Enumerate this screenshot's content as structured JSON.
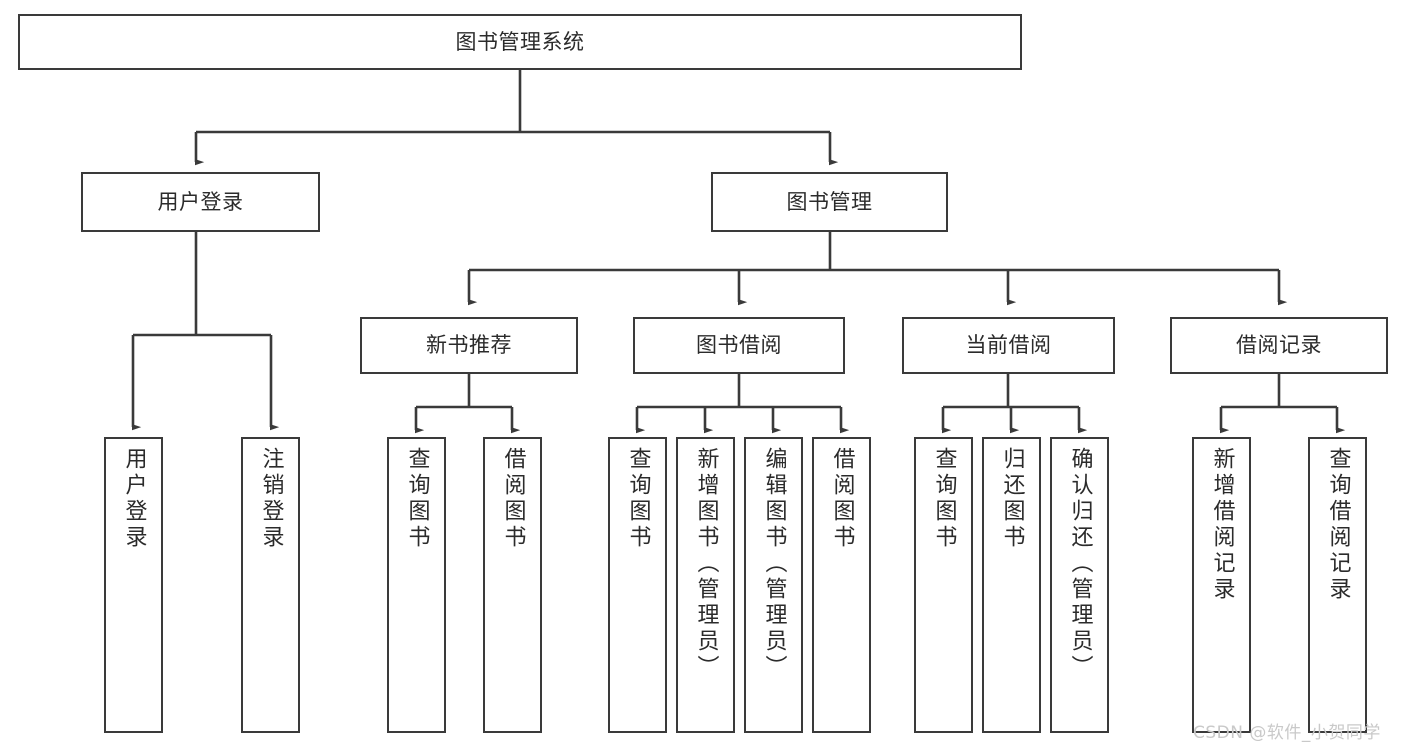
{
  "diagram": {
    "title": "图书管理系统",
    "type": "hierarchy-tree",
    "orientation": "top-down",
    "colors": {
      "node_border": "#3a3a3a",
      "node_fill": "#ffffff",
      "edge": "#3a3a3a",
      "text": "#2b2b2b",
      "watermark": "#c9c9c9",
      "background": "#ffffff"
    },
    "watermark": "CSDN @软件_小贺同学",
    "levels": [
      {
        "level": 0,
        "nodes": [
          {
            "id": "root",
            "label": "图书管理系统",
            "text_direction": "horizontal"
          }
        ]
      },
      {
        "level": 1,
        "nodes": [
          {
            "id": "user-login",
            "label": "用户登录",
            "text_direction": "horizontal",
            "parent": "root"
          },
          {
            "id": "book-manage",
            "label": "图书管理",
            "text_direction": "horizontal",
            "parent": "root"
          }
        ]
      },
      {
        "level": 2,
        "nodes": [
          {
            "id": "new-book-rec",
            "label": "新书推荐",
            "text_direction": "horizontal",
            "parent": "book-manage"
          },
          {
            "id": "book-borrow",
            "label": "图书借阅",
            "text_direction": "horizontal",
            "parent": "book-manage"
          },
          {
            "id": "current-borrow",
            "label": "当前借阅",
            "text_direction": "horizontal",
            "parent": "book-manage"
          },
          {
            "id": "borrow-record",
            "label": "借阅记录",
            "text_direction": "horizontal",
            "parent": "book-manage"
          }
        ]
      },
      {
        "level": 3,
        "nodes": [
          {
            "id": "leaf-user-login",
            "label": "用户登录",
            "text_direction": "vertical",
            "parent": "user-login"
          },
          {
            "id": "leaf-user-logout",
            "label": "注销登录",
            "text_direction": "vertical",
            "parent": "user-login"
          },
          {
            "id": "leaf-query-book-1",
            "label": "查询图书",
            "text_direction": "vertical",
            "parent": "new-book-rec"
          },
          {
            "id": "leaf-borrow-book-1",
            "label": "借阅图书",
            "text_direction": "vertical",
            "parent": "new-book-rec"
          },
          {
            "id": "leaf-query-book-2",
            "label": "查询图书",
            "text_direction": "vertical",
            "parent": "book-borrow"
          },
          {
            "id": "leaf-add-book",
            "label": "新增图书（管理员）",
            "text_direction": "vertical",
            "parent": "book-borrow"
          },
          {
            "id": "leaf-edit-book",
            "label": "编辑图书（管理员）",
            "text_direction": "vertical",
            "parent": "book-borrow"
          },
          {
            "id": "leaf-borrow-book-2",
            "label": "借阅图书",
            "text_direction": "vertical",
            "parent": "book-borrow"
          },
          {
            "id": "leaf-query-book-3",
            "label": "查询图书",
            "text_direction": "vertical",
            "parent": "current-borrow"
          },
          {
            "id": "leaf-return-book",
            "label": "归还图书",
            "text_direction": "vertical",
            "parent": "current-borrow"
          },
          {
            "id": "leaf-confirm-return",
            "label": "确认归还（管理员）",
            "text_direction": "vertical",
            "parent": "current-borrow"
          },
          {
            "id": "leaf-add-record",
            "label": "新增借阅记录",
            "text_direction": "vertical",
            "parent": "borrow-record"
          },
          {
            "id": "leaf-query-record",
            "label": "查询借阅记录",
            "text_direction": "vertical",
            "parent": "borrow-record"
          }
        ]
      }
    ]
  }
}
